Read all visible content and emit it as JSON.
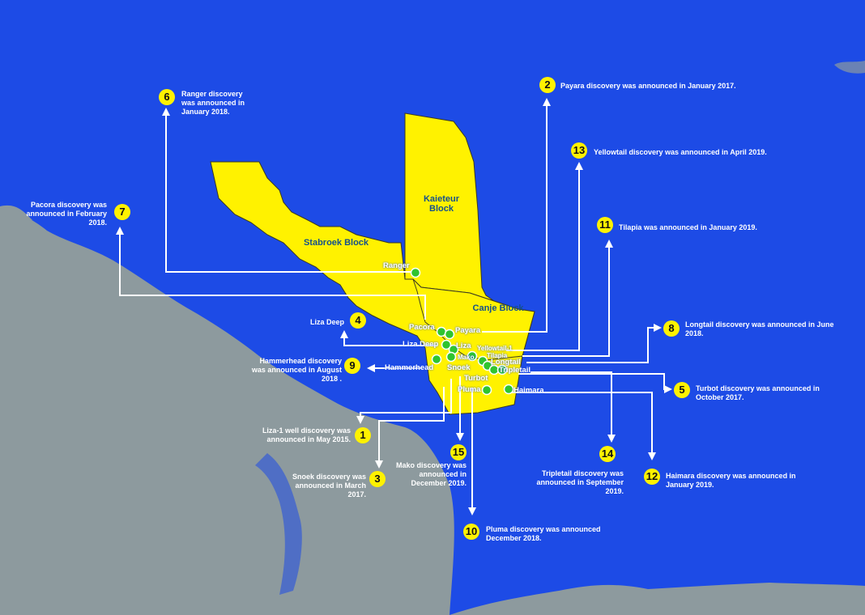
{
  "colors": {
    "ocean": "#1d4be6",
    "land": "#8d9a9e",
    "block": "#fff200",
    "block_outline": "#3a3a20",
    "field": "#2fc42f",
    "badge": "#fff200",
    "line": "#ffffff"
  },
  "blocks": {
    "stabroek": "Stabroek Block",
    "kaieteur": "Kaieteur Block",
    "canje": "Canje Block"
  },
  "fields": {
    "ranger": "Ranger",
    "pacora": "Pacora",
    "payara": "Payara",
    "liza_deep": "Liza Deep",
    "liza": "Liza",
    "yellowtail": "Yellowtail-1",
    "tilapia": "Tilapia",
    "mako": "Mako",
    "longtail": "Longtail",
    "tripletail": "Tripletail",
    "hammerhead": "Hammerhead",
    "snoek": "Snoek",
    "turbot": "Turbot",
    "pluma": "Pluma",
    "haimara": "Haimara"
  },
  "discoveries": [
    {
      "n": "1",
      "text": "Liza-1 well discovery was announced in May 2015."
    },
    {
      "n": "2",
      "text": "Payara discovery was announced in January 2017."
    },
    {
      "n": "3",
      "text": "Snoek discovery was announced in March 2017."
    },
    {
      "n": "4",
      "text": "Liza Deep"
    },
    {
      "n": "5",
      "text": "Turbot discovery was announced in October 2017."
    },
    {
      "n": "6",
      "text": "Ranger discovery was announced in January 2018."
    },
    {
      "n": "7",
      "text": "Pacora discovery was announced in February 2018."
    },
    {
      "n": "8",
      "text": "Longtail discovery was announced in June 2018."
    },
    {
      "n": "9",
      "text": "Hammerhead discovery was announced in August 2018 ."
    },
    {
      "n": "10",
      "text": "Pluma discovery was announced December 2018."
    },
    {
      "n": "11",
      "text": "Tilapia was announced in January 2019."
    },
    {
      "n": "12",
      "text": "Haimara discovery was announced in January 2019."
    },
    {
      "n": "13",
      "text": "Yellowtail discovery was announced in April 2019."
    },
    {
      "n": "14",
      "text": "Tripletail discovery was announced in September 2019."
    },
    {
      "n": "15",
      "text": "Mako discovery was announced in December 2019."
    }
  ]
}
